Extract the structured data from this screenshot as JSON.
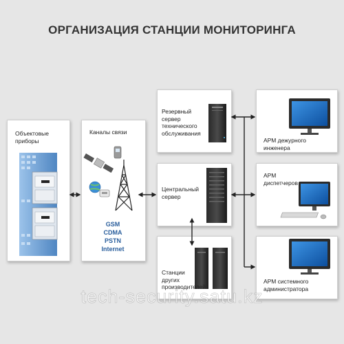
{
  "title": "ОРГАНИЗАЦИЯ СТАНЦИИ МОНИТОРИНГА",
  "panels": {
    "objects": {
      "label": "Объектовые приборы"
    },
    "channels": {
      "label": "Каналы связи",
      "protocols": [
        "GSM",
        "CDMA",
        "PSTN",
        "Internet"
      ]
    },
    "backup_server": {
      "label": "Резервный сервер технического обслуживания"
    },
    "central_server": {
      "label": "Центральный сервер"
    },
    "other_stations": {
      "label": "Станции других производителей"
    },
    "engineer_ws": {
      "label": "АРМ дежурного инженера"
    },
    "dispatcher_ws": {
      "label": "АРМ диспетчеров"
    },
    "admin_ws": {
      "label": "АРМ системного администратора"
    }
  },
  "watermark": "tech-security.satu.kz",
  "colors": {
    "accent_blue": "#2a5e9c",
    "building": "#6e9fd1",
    "screen": "#1f73c9"
  }
}
